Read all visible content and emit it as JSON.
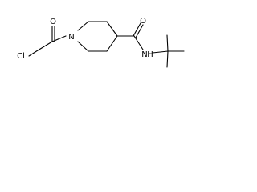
{
  "atoms": {
    "carbonyl_o_left": "O",
    "ring_n": "N",
    "chloro": "Cl",
    "carbonyl_o_right": "O",
    "amide_nh": "N",
    "amide_h": "H"
  },
  "colors": {
    "bond": "#000000",
    "label": "#000000",
    "background": "#ffffff"
  }
}
